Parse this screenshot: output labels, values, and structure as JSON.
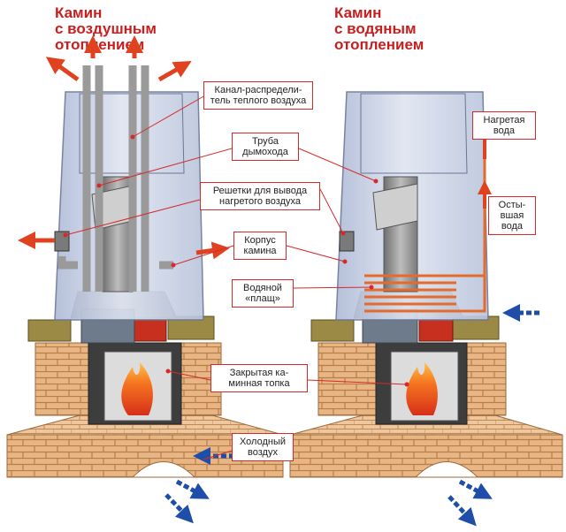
{
  "titles": {
    "air": [
      "Камин",
      "с воздушным",
      "отоплением"
    ],
    "water": [
      "Камин",
      "с водяным",
      "отоплением"
    ]
  },
  "labels": {
    "channel": [
      "Канал-распредели-",
      "тель теплого воздуха"
    ],
    "chimney": [
      "Труба",
      "дымохода"
    ],
    "grates": [
      "Решетки для вывода",
      "нагретого воздуха"
    ],
    "body": [
      "Корпус",
      "камина"
    ],
    "jacket": [
      "Водяной",
      "«плащ»"
    ],
    "firebox": [
      "Закрытая ка-",
      "минная топка"
    ],
    "cold_air": [
      "Холодный",
      "воздух"
    ],
    "hot_water": [
      "Нагретая",
      "вода"
    ],
    "cooled_water": [
      "Осты-",
      "вшая",
      "вода"
    ]
  },
  "colors": {
    "title": "#c81e1e",
    "leader": "#d42a2a",
    "hot_arrow": "#e0421f",
    "cold_arrow": "#1f4ea8",
    "glass": "#c9d3e6",
    "brick": "#e6b17e",
    "steel": "#8c8c8c",
    "wood": "#8c7a36",
    "flame": "#f0601a",
    "jacket": "#e56a2b"
  }
}
